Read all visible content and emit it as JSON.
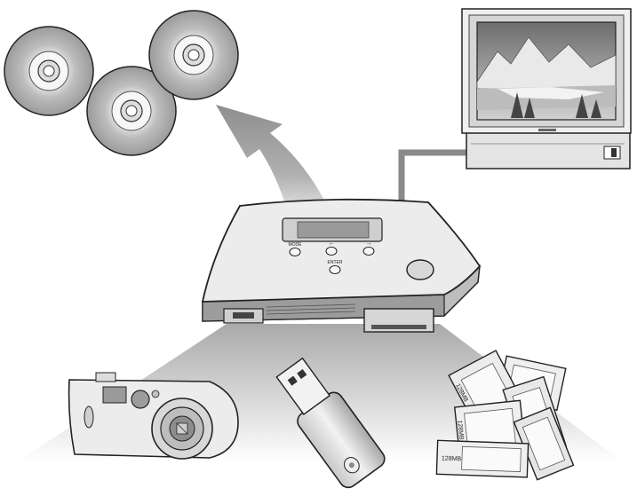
{
  "hub": {
    "buttons": {
      "mode": "MODE",
      "left": "←",
      "right": "→",
      "enter": "ENTER"
    }
  },
  "memory_cards": {
    "capacity_label": "128MB"
  },
  "colors": {
    "outline": "#222222",
    "gray_light": "#e6e6e6",
    "gray_mid": "#b3b3b3",
    "gray_dark": "#7a7a7a",
    "cable": "#8a8a8a",
    "arrow": "#a8a8a8"
  },
  "icons": [
    "disc-icon",
    "tv-icon",
    "camera-icon",
    "usb-drive-icon",
    "memory-card-icon",
    "upload-arrow-icon"
  ]
}
